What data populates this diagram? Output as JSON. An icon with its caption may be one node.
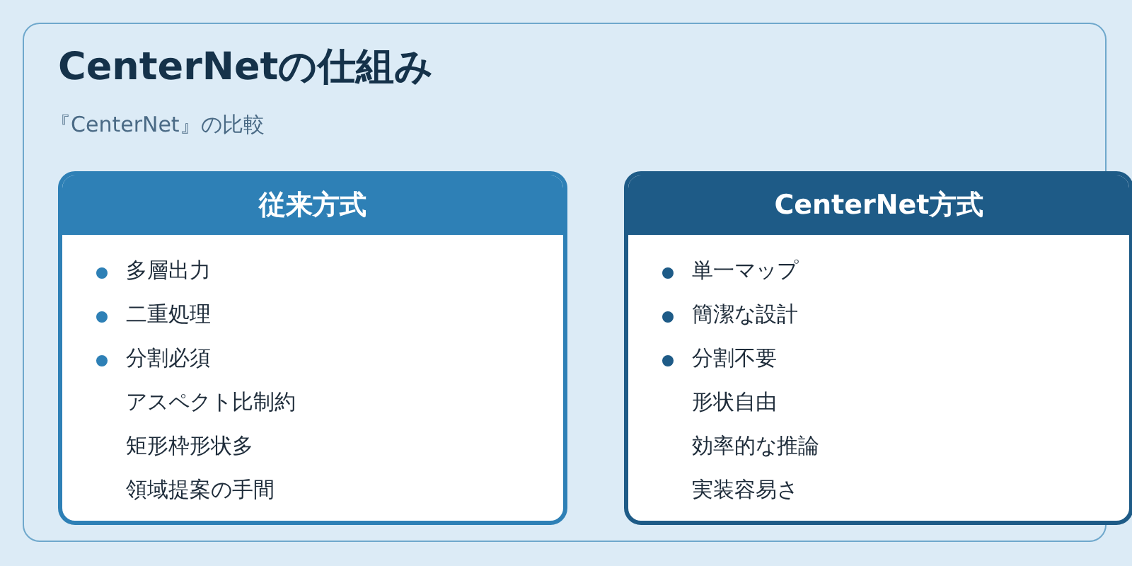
{
  "diagram": {
    "nodes": [
      {
        "text": [
          "CenterNetの仕組み",
          "『CenterNet』の比較"
        ]
      },
      {
        "text": [
          "従来方式",
          "多層出力",
          "二重処理",
          "分割必須",
          "アスペクト比制約",
          "矩形枠形状多",
          "領域提案の手間"
        ],
        "in": 0
      },
      {
        "text": [
          "CenterNet方式",
          "単一マップ",
          "簡潔な設計",
          "分割不要",
          "形状自由",
          "効率的な推論",
          "実装容易さ"
        ],
        "in": 0
      }
    ]
  }
}
